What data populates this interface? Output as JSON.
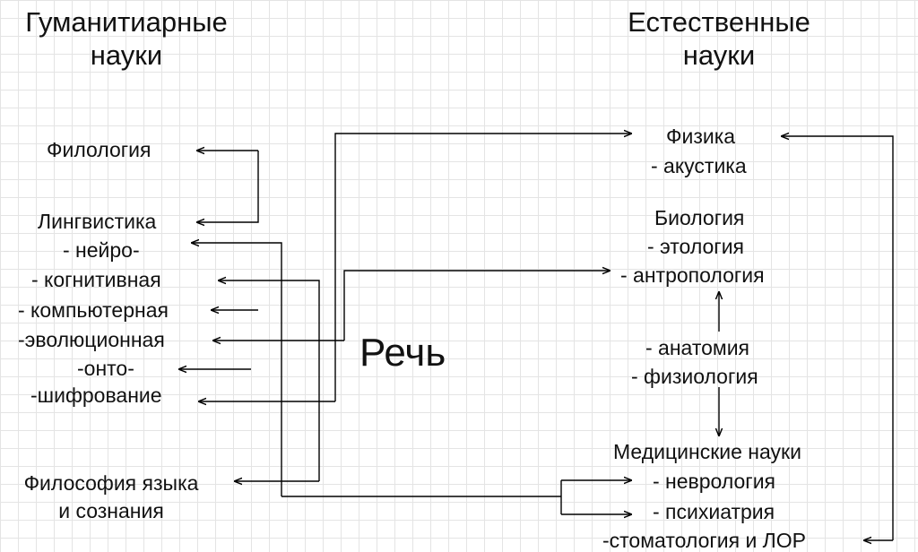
{
  "headings": {
    "humanities": [
      "Гуманитиарные",
      "науки"
    ],
    "natural": [
      "Естественные",
      "науки"
    ]
  },
  "center": {
    "speech": "Речь"
  },
  "humanities": {
    "philology": "Филология",
    "linguistics": "Лингвистика",
    "neuro": "- нейро-",
    "cognitive": "- когнитивная",
    "computer": "- компьютерная",
    "evolutionary": "-эволюционная",
    "onto": "-онто-",
    "decoding": "-шифрование",
    "philosophy": [
      "Философия языка",
      "и сознания"
    ]
  },
  "natural": {
    "physics": "Физика",
    "acoustics": "- акустика",
    "biology": "Биология",
    "ethology": "- этология",
    "anthropology": "- антропология",
    "anatomy": "- анатомия",
    "physiology": "- физиология",
    "medical": "Медицинские науки",
    "neurology": "- неврология",
    "psychiatry": "- психиатрия",
    "dentistry": "-стоматология и ЛОР"
  },
  "colors": {
    "line": "#000000",
    "grid": "#e4e4e4",
    "text": "#111111"
  }
}
